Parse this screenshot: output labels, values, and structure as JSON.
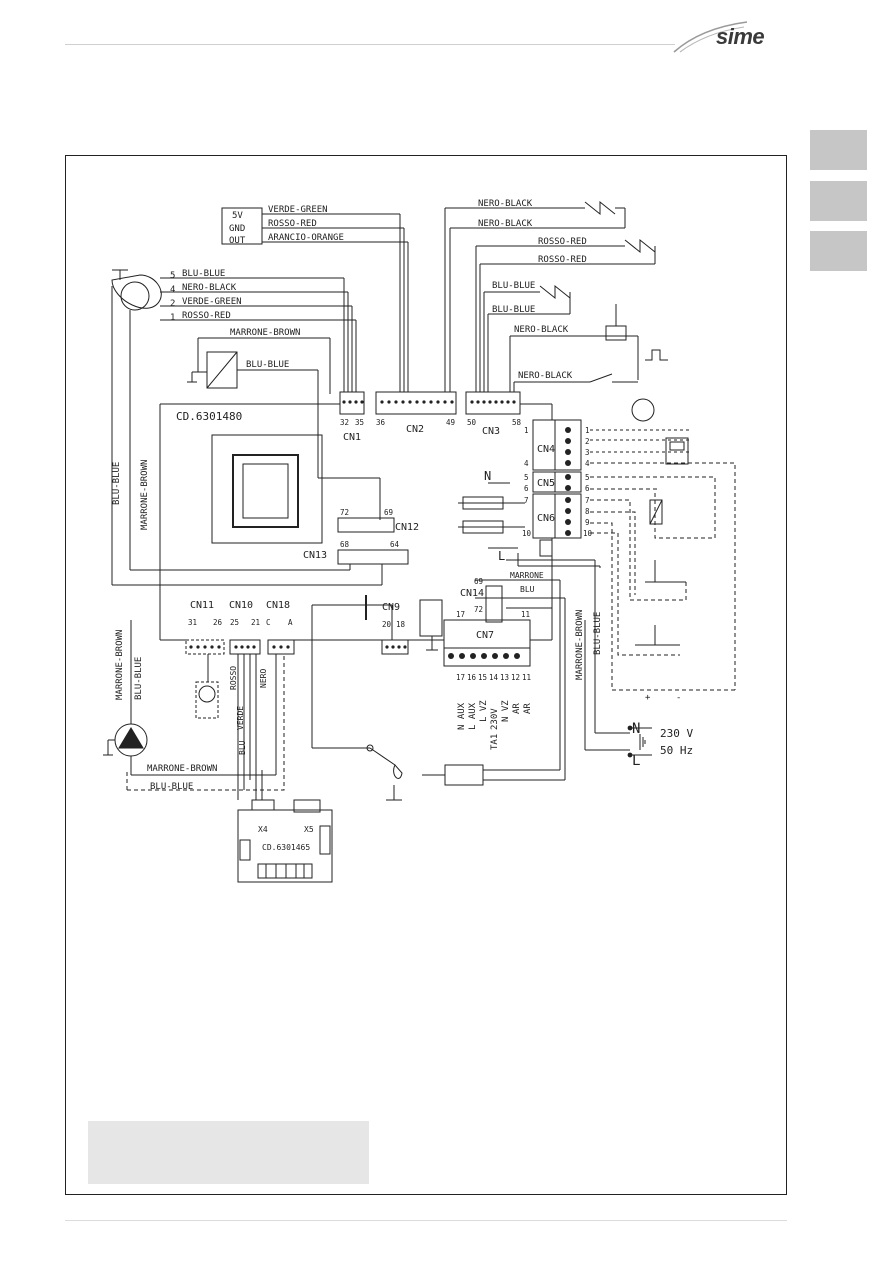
{
  "header": {
    "brand": "sime"
  },
  "diagram": {
    "board_code": "CD.6301480",
    "aux_board_code": "CD.6301465",
    "connectors": [
      "CN1",
      "CN2",
      "CN3",
      "CN4",
      "CN5",
      "CN6",
      "CN7",
      "CN9",
      "CN10",
      "CN11",
      "CN12",
      "CN13",
      "CN14",
      "CN18",
      "X4",
      "X5"
    ],
    "sensor_supply": [
      "5V",
      "GND",
      "OUT"
    ],
    "wires": {
      "verde_green": "VERDE-GREEN",
      "rosso_red": "ROSSO-RED",
      "arancio_orange": "ARANCIO-ORANGE",
      "nero_black": "NERO-BLACK",
      "blu_blue": "BLU-BLUE",
      "marrone_brown": "MARRONE-BROWN",
      "marrone": "MARRONE",
      "blu": "BLU",
      "rosso": "ROSSO",
      "verde": "VERDE",
      "nero": "NERO"
    },
    "fan_pins": [
      "5",
      "4",
      "2",
      "1"
    ],
    "pins": {
      "cn1": [
        "32",
        "35"
      ],
      "cn2": [
        "36",
        "49"
      ],
      "cn3": [
        "50",
        "58"
      ],
      "cn4": [
        "1",
        "4"
      ],
      "cn5": [
        "5",
        "6"
      ],
      "cn6": [
        "7",
        "10"
      ],
      "cn12": [
        "72",
        "69"
      ],
      "cn13": [
        "68",
        "64"
      ],
      "cn14": [
        "69",
        "72"
      ],
      "cn11": [
        "31",
        "26"
      ],
      "cn10": [
        "25",
        "21"
      ],
      "cn18": [
        "C",
        "A"
      ],
      "cn9": [
        "20",
        "18"
      ],
      "cn7": [
        "17",
        "11"
      ]
    },
    "right_terminals": [
      "1",
      "2",
      "3",
      "4",
      "5",
      "6",
      "7",
      "8",
      "9",
      "10"
    ],
    "cn7_terminals": [
      "17",
      "16",
      "15",
      "14",
      "13",
      "12",
      "11"
    ],
    "cn7_labels": [
      "N AUX",
      "L AUX",
      "L VZ",
      "230V",
      "N VZ",
      "AR",
      "AR"
    ],
    "ta1": "TA1",
    "neutral": "N",
    "line": "L",
    "supply_voltage": "230 V",
    "supply_frequency": "50 Hz",
    "polarity": [
      "+",
      "-"
    ]
  }
}
